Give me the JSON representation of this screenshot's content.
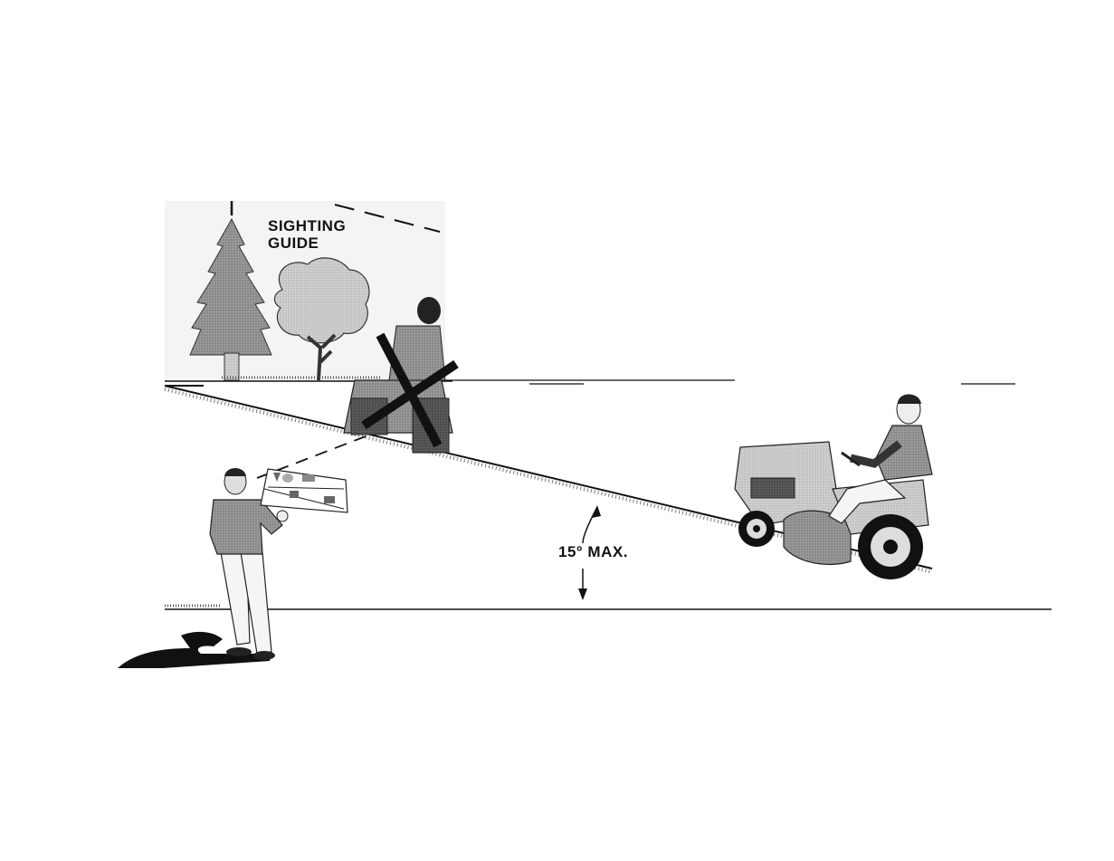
{
  "sighting_guide": {
    "line1": "SIGHTING",
    "line2": "GUIDE"
  },
  "angle": {
    "label": "15° MAX."
  },
  "colors": {
    "ink": "#111111",
    "shade": "#8a8a8a",
    "light": "#c8c8c8",
    "paper": "#ffffff"
  }
}
